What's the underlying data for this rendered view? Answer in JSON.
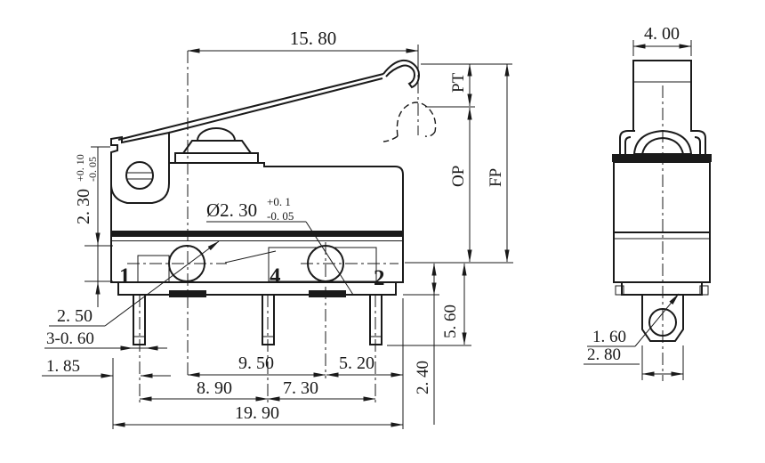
{
  "front": {
    "dim_top": "15. 80",
    "pivot": {
      "main": "2. 30",
      "plus": "+0. 10",
      "minus": "-0. 05"
    },
    "hole": {
      "main": "Ø2. 30",
      "plus": "+0. 1",
      "minus": "-0. 05"
    },
    "band": "2. 50",
    "pin_width": "3-0. 60",
    "pin_offset": "1. 85",
    "plunger_to_hole": "9. 50",
    "hole_to_edge": "5. 20",
    "pitch_a": "8. 90",
    "pitch_b": "7. 30",
    "total": "19. 90",
    "pin_depth": "5. 60",
    "flange_depth": "2. 40",
    "pt": "PT",
    "op": "OP",
    "fp": "FP",
    "t1": "1",
    "t4": "4",
    "t2": "2"
  },
  "side": {
    "width": "4. 00",
    "hole": "1. 60",
    "tab": "2. 80"
  },
  "colors": {
    "line": "#1a1a1a",
    "background": "#ffffff"
  }
}
